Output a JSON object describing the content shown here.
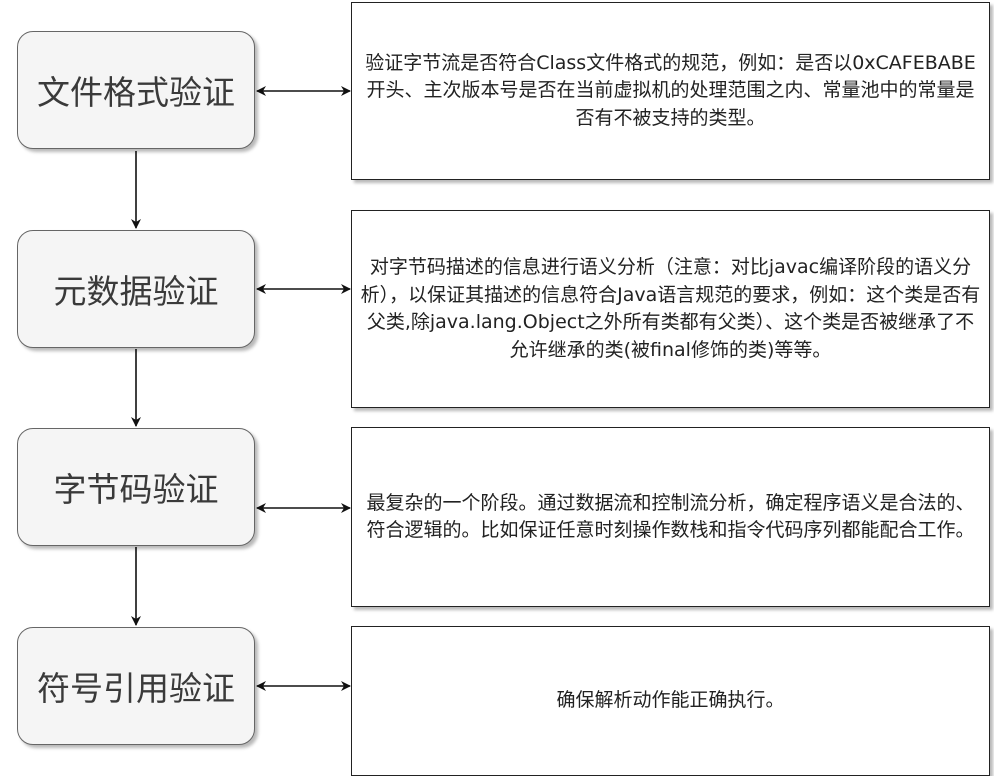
{
  "diagram": {
    "stages": [
      {
        "label": "文件格式验证",
        "description": "验证字节流是否符合Class文件格式的规范，例如：是否以0xCAFEBABE开头、主次版本号是否在当前虚拟机的处理范围之内、常量池中的常量是否有不被支持的类型。"
      },
      {
        "label": "元数据验证",
        "description": "对字节码描述的信息进行语义分析（注意：对比javac编译阶段的语义分析），以保证其描述的信息符合Java语言规范的要求，例如：这个类是否有父类,除java.lang.Object之外所有类都有父类）、这个类是否被继承了不允许继承的类(被final修饰的类)等等。"
      },
      {
        "label": "字节码验证",
        "description": "最复杂的一个阶段。通过数据流和控制流分析，确定程序语义是合法的、符合逻辑的。比如保证任意时刻操作数栈和指令代码序列都能配合工作。"
      },
      {
        "label": "符号引用验证",
        "description": "确保解析动作能正确执行。"
      }
    ],
    "colors": {
      "stage_fill": "#f5f5f5",
      "stage_border": "#666666",
      "line": "#111111"
    }
  }
}
